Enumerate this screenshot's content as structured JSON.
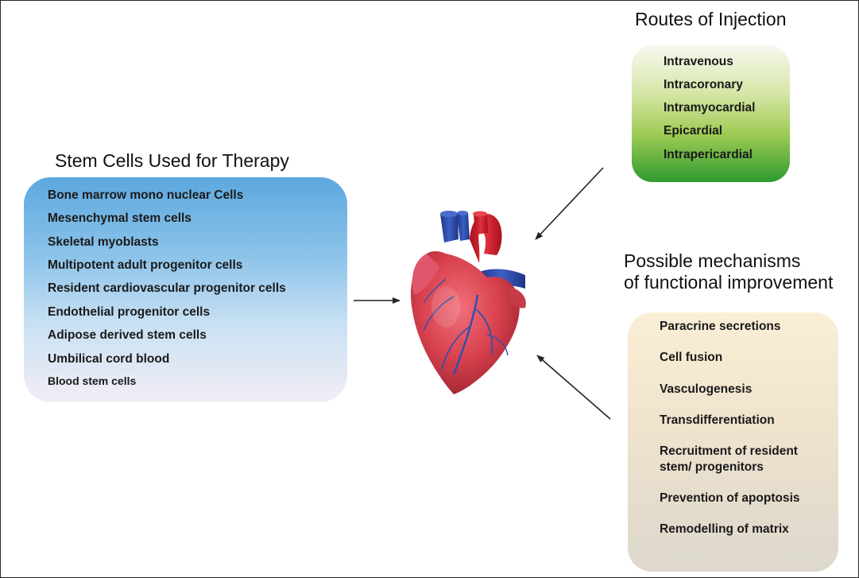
{
  "stem_cells": {
    "title": "Stem Cells Used for Therapy",
    "items": [
      "Bone marrow mono nuclear Cells",
      "Mesenchymal stem cells",
      "Skeletal myoblasts",
      "Multipotent adult progenitor cells",
      "Resident cardiovascular progenitor cells",
      "Endothelial progenitor cells",
      "Adipose derived stem cells",
      "Umbilical cord blood",
      "Blood stem cells"
    ]
  },
  "routes": {
    "title": "Routes of Injection",
    "items": [
      "Intravenous",
      "Intracoronary",
      "Intramyocardial",
      "Epicardial",
      "Intrapericardial"
    ]
  },
  "mechanisms": {
    "title_line1": "Possible mechanisms",
    "title_line2": "of functional improvement",
    "items": [
      "Paracrine secretions",
      "Cell fusion",
      "Vasculogenesis",
      "Transdifferentiation",
      "Recruitment of resident",
      "stem/ progenitors",
      "Prevention of apoptosis",
      "Remodelling of matrix"
    ]
  },
  "colors": {
    "heart_red": "#d8414e",
    "vessel_blue": "#2f4fae",
    "aorta_red": "#d31f2d",
    "arrow": "#222222"
  },
  "icons": {
    "heart": "anatomical-heart-icon"
  }
}
